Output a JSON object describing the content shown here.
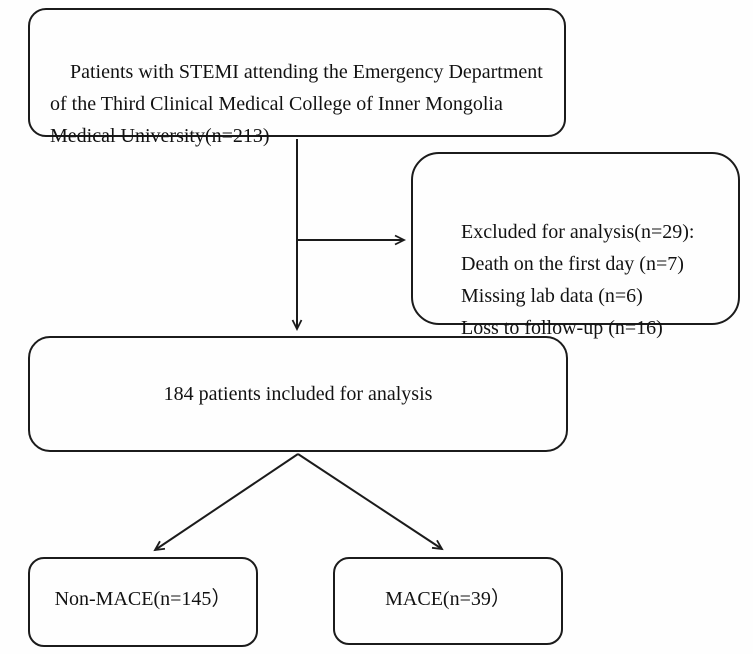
{
  "flowchart": {
    "boxes": {
      "source": {
        "text": "Patients with STEMI attending the Emergency Department\nof the Third Clinical Medical College of Inner Mongolia\nMedical University(n=213)"
      },
      "excluded": {
        "text": "Excluded for analysis(n=29):\n    Death on the first day (n=7)\n    Missing lab data (n=6)\n    Loss to follow-up (n=16)"
      },
      "included": {
        "text": "184 patients included for analysis"
      },
      "non_mace": {
        "text": "Non-MACE(n=145）"
      },
      "mace": {
        "text": "MACE(n=39）"
      }
    },
    "counts": {
      "total": 213,
      "excluded": 29,
      "death_first_day": 7,
      "missing_lab_data": 6,
      "loss_to_followup": 16,
      "included": 184,
      "non_mace": 145,
      "mace": 39
    },
    "colors": {
      "line": "#1b1b1b",
      "text": "#121212",
      "background": "#fefefe"
    }
  }
}
